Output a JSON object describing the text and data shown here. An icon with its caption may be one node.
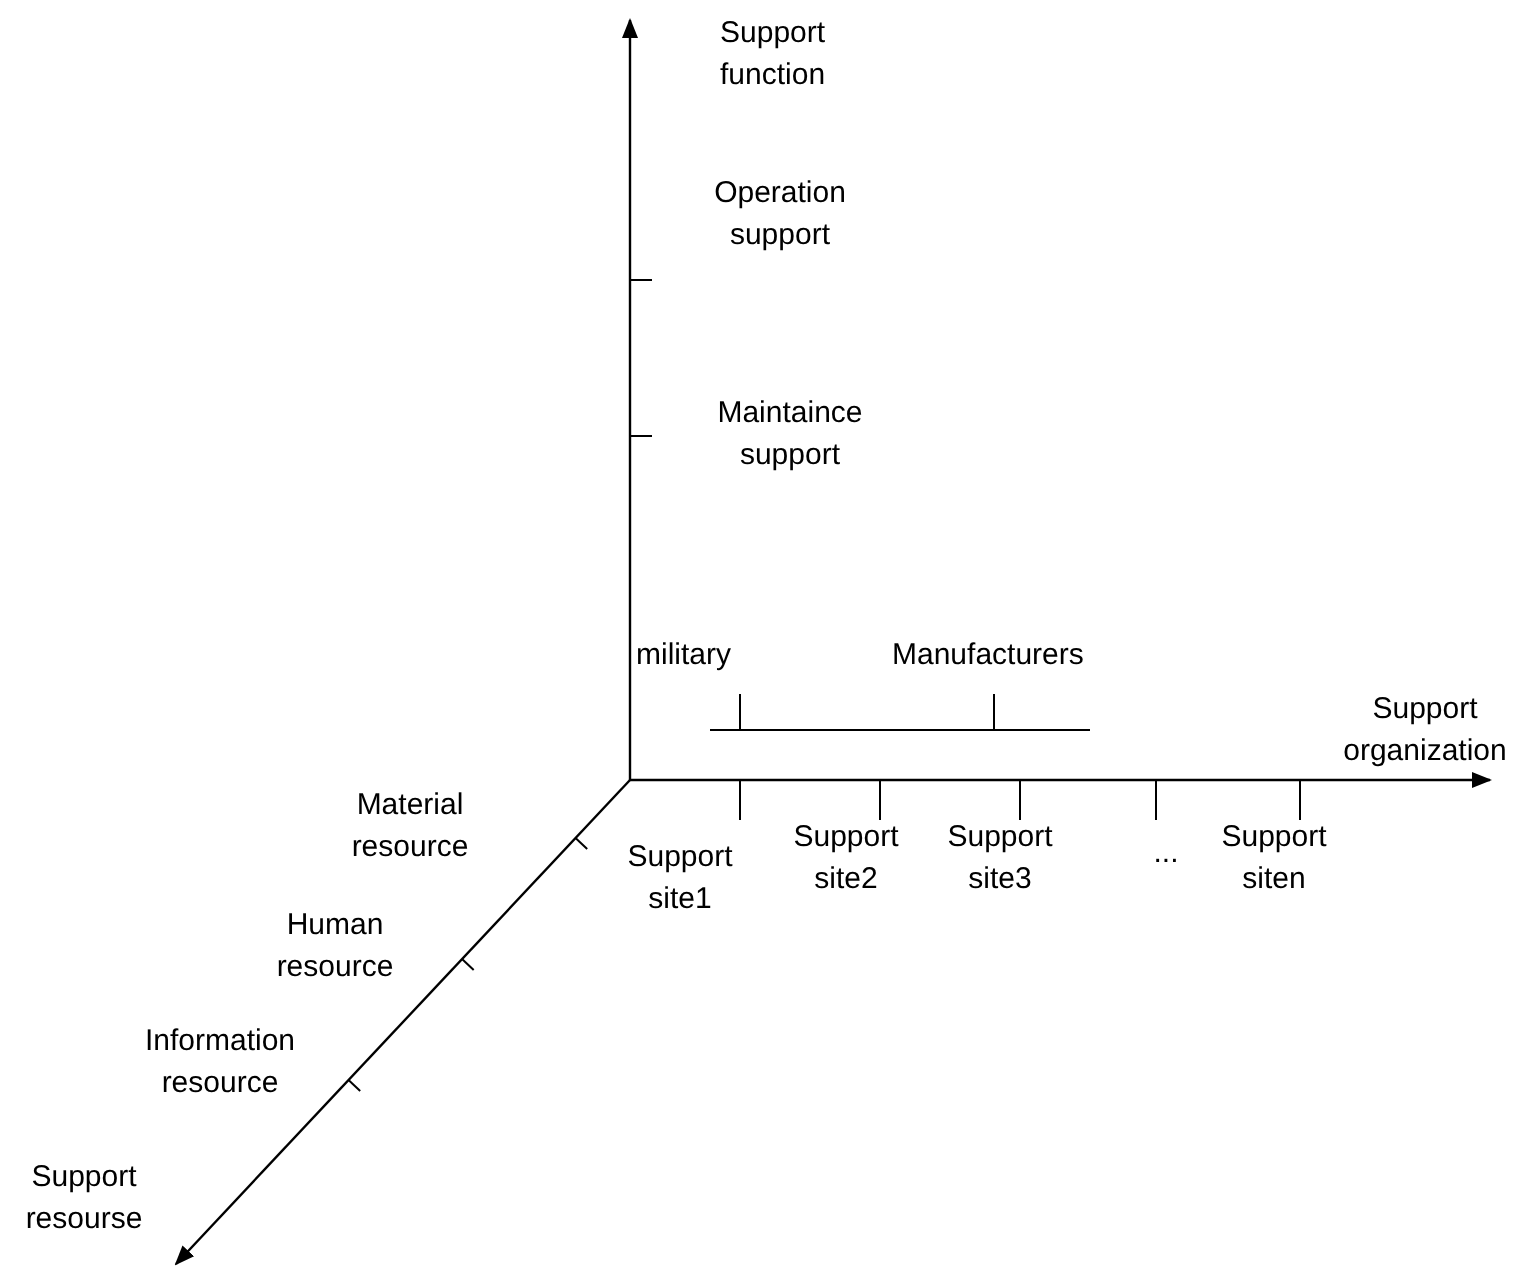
{
  "diagram": {
    "labels": [
      "Support function",
      "Operation support",
      "Maintaince support",
      "military",
      "Manufacturers",
      "Support organization",
      "Material resource",
      "Support site1",
      "Support site2",
      "Support site3",
      "...",
      "Support siten",
      "Human resource",
      "Information resource",
      "Support resourse"
    ]
  }
}
